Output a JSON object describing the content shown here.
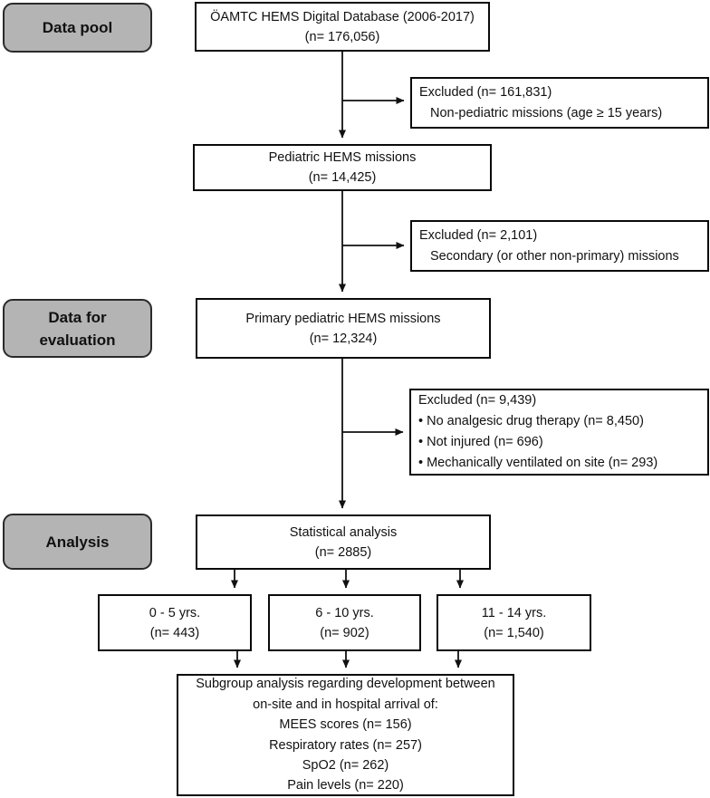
{
  "stage_labels": {
    "data_pool": "Data pool",
    "data_for_evaluation": [
      "Data for",
      "evaluation"
    ],
    "analysis": "Analysis"
  },
  "main_flow": {
    "database": [
      "ÖAMTC HEMS Digital Database (2006-2017)",
      "(n= 176,056)"
    ],
    "pediatric": [
      "Pediatric HEMS missions",
      "(n= 14,425)"
    ],
    "primary": [
      "Primary pediatric HEMS missions",
      "(n= 12,324)"
    ],
    "statistical": [
      "Statistical analysis",
      "(n= 2885)"
    ]
  },
  "exclusions": [
    {
      "title": "Excluded (n= 161,831)",
      "items": [
        "Non-pediatric missions (age ≥ 15 years)"
      ]
    },
    {
      "title": "Excluded (n= 2,101)",
      "items": [
        "Secondary (or other non-primary) missions"
      ]
    },
    {
      "title": "Excluded (n= 9,439)",
      "items": [
        "• No analgesic drug therapy (n= 8,450)",
        "• Not injured (n= 696)",
        "• Mechanically ventilated on site (n= 293)"
      ]
    }
  ],
  "age_groups": [
    [
      "0 - 5 yrs.",
      "(n= 443)"
    ],
    [
      "6 - 10 yrs.",
      "(n= 902)"
    ],
    [
      "11 - 14 yrs.",
      "(n= 1,540)"
    ]
  ],
  "subgroup": [
    "Subgroup analysis regarding development between",
    "on-site and in hospital arrival of:",
    "MEES scores (n= 156)",
    "Respiratory rates (n= 257)",
    "SpO2 (n= 262)",
    "Pain levels (n= 220)"
  ],
  "colors": {
    "stage_fill": "#b4b4b4",
    "stage_border": "#2a2a2a",
    "box_border": "#0a0a0a",
    "text": "#111111",
    "background": "#ffffff"
  }
}
